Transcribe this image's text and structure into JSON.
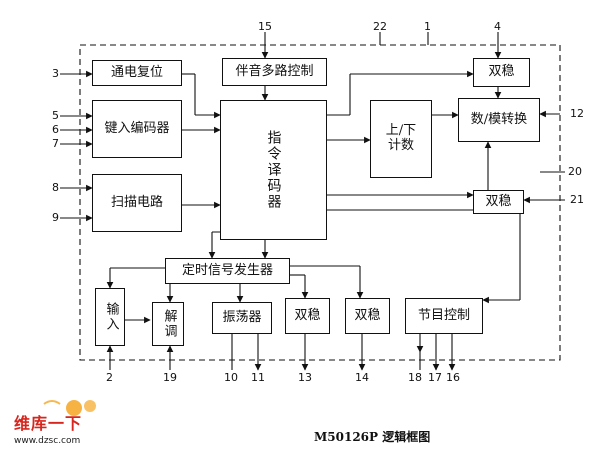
{
  "blocks": {
    "power_reset": "通电复位",
    "mux_control": "伴音多路控制",
    "bistable_top": "双稳",
    "key_encoder": "键入编码器",
    "command_decoder": "指令译码器",
    "updown_counter": "上/下计数",
    "da_converter": "数/模转换",
    "scan_circuit": "扫描电路",
    "bistable_right": "双稳",
    "timing_generator": "定时信号发生器",
    "input": "输入",
    "demod": "解调",
    "oscillator": "振荡器",
    "bistable_b1": "双稳",
    "bistable_b2": "双稳",
    "program_control": "节目控制"
  },
  "pins": {
    "p15": "15",
    "p22": "22",
    "p1": "1",
    "p4": "4",
    "p3": "3",
    "p5": "5",
    "p6": "6",
    "p7": "7",
    "p8": "8",
    "p9": "9",
    "p12": "12",
    "p20": "20",
    "p21": "21",
    "p2": "2",
    "p19": "19",
    "p10": "10",
    "p11": "11",
    "p13": "13",
    "p14": "14",
    "p18": "18",
    "p17": "17",
    "p16": "16"
  },
  "caption": "M50126P 逻辑框图",
  "logo": {
    "title": "维库一下",
    "url": "www.dzsc.com"
  },
  "colors": {
    "logo_accent": "#d7261e",
    "logo_mascot": "#f5a623"
  }
}
